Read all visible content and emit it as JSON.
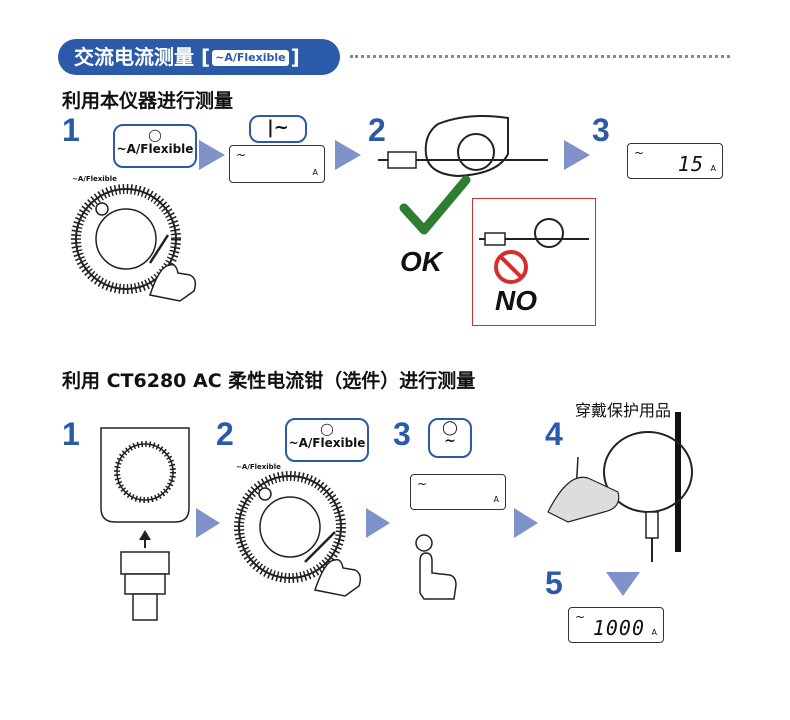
{
  "header": {
    "title": "交流电流测量",
    "bracket_open": "[",
    "bracket_close": "]",
    "function_symbol": "~A/Flexible"
  },
  "section1": {
    "title": "利用本仪器进行测量",
    "steps": [
      "1",
      "2",
      "3"
    ],
    "callout_label": "~A/Flexible",
    "dial_label": "~A/Flexible",
    "lcd_small_unit": "A",
    "lcd_final_reading": "15",
    "lcd_final_unit": "A",
    "ok_text": "OK",
    "no_text": "NO"
  },
  "section2": {
    "title": "利用 CT6280 AC 柔性电流钳（选件）进行测量",
    "steps": [
      "1",
      "2",
      "3",
      "4",
      "5"
    ],
    "callout_label": "~A/Flexible",
    "dial_label": "~A/Flexible",
    "lcd_unit": "A",
    "lcd_final_reading": "1000",
    "lcd_final_unit": "A",
    "ppe_label": "穿戴保护用品"
  },
  "colors": {
    "accent_blue": "#2b5aa8",
    "arrow_blue": "#7f92c9",
    "ok_green": "#2e7d32",
    "no_red": "#d32f2f"
  }
}
